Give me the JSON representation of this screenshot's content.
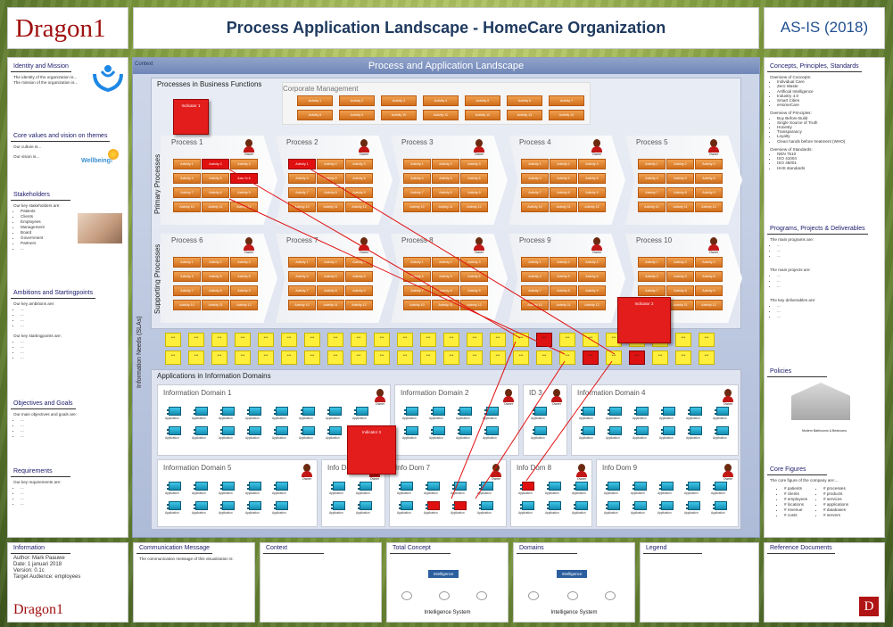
{
  "header": {
    "logo": "Dragon1",
    "title": "Process Application Landscape - HomeCare Organization",
    "status": "AS-IS (2018)"
  },
  "left": {
    "identity": {
      "title": "Identity and Mission",
      "lines": [
        "The identity of the organization is...",
        "The mission of the organization is..."
      ]
    },
    "values": {
      "title": "Core values and vision on themes",
      "culture": "Our culture is...",
      "vision": "Our vision is...",
      "badge": "Wellbeing!"
    },
    "stakeholders": {
      "title": "Stakeholders",
      "intro": "Our key stakeholders are:",
      "items": [
        "Patients",
        "Clients",
        "Employees",
        "Management",
        "Board",
        "Government",
        "Partners",
        "..."
      ]
    },
    "ambitions": {
      "title": "Ambitions and Startingpoints",
      "intro1": "Our key ambitions are:",
      "intro2": "Our key startingpoints are:"
    },
    "objectives": {
      "title": "Objectives and Goals",
      "intro": "Our main objectives and goals are:"
    },
    "requirements": {
      "title": "Requirements",
      "intro": "Our key requirements are:"
    },
    "dots": "..."
  },
  "right": {
    "concepts": {
      "title": "Concepts, Principles, Standards",
      "c_intro": "Overview of Concepts:",
      "concepts": [
        "Individual Care",
        "Zero Waste",
        "Artificial Intelligence",
        "Industry 4.0",
        "Smart Cities",
        "eHomeCare"
      ],
      "p_intro": "Overview of Principles:",
      "principles": [
        "Buy Before Build",
        "Single Source of Truth",
        "Honesty",
        "Transparancy",
        "Loyalty",
        "Clean hands before treatment (WHO)"
      ],
      "s_intro": "Overview of Standards:",
      "standards": [
        "NEN 7510",
        "ISO 41004",
        "ISO 45001",
        "HHS standards"
      ]
    },
    "programs": {
      "title": "Programs, Projects & Deliverables",
      "p1": "The main programs are:",
      "p2": "The main projects are:",
      "p3": "The key deliverables are:"
    },
    "policies": {
      "title": "Policies",
      "caption": "Modern Bathrooms & Bedrooms"
    },
    "figures": {
      "title": "Core Figures",
      "intro": "The core figure of the company are:...",
      "col1": [
        "# patients",
        "# clients",
        "# employees",
        "# locations",
        "# revenue",
        "# costs"
      ],
      "col2": [
        "# processes",
        "# products",
        "# services",
        "# applications",
        "# databases",
        "# servers"
      ]
    }
  },
  "main": {
    "context_lbl": "Context",
    "title": "Process and Application Landscape",
    "processes_title": "Processes in Business Functions",
    "corp_title": "Corporate Management",
    "primary": "Primary Processes",
    "supporting": "Supporting Processes",
    "info_needs": "Information Needs (SLAs)",
    "apps_title": "Applications in Information Domains",
    "owner": "Owner",
    "note": "***",
    "app_lbl": "Application",
    "ind1": "Indicator 1",
    "ind2": "Indicator 2",
    "ind3": "Indicator 3",
    "corp_acts": [
      "Activity 1",
      "Activity 2",
      "Activity 3",
      "Activity 4",
      "Activity 5",
      "Activity 6",
      "Activity 7",
      "Activity 8",
      "Activity 9",
      "Activity 10",
      "Activity 11",
      "Activity 12",
      "Activity 13",
      "Activity 14"
    ],
    "proc_acts": [
      "Activity 1",
      "Activity 2",
      "Activity 3",
      "Activity 4",
      "Activity 5",
      "Activity 6",
      "Activity 7",
      "Activity 8",
      "Activity 9",
      "Activity 10",
      "Activity 11",
      "Activity 12"
    ],
    "processes": [
      "Process 1",
      "Process 2",
      "Process 3",
      "Process 4",
      "Process 5",
      "Process 6",
      "Process 7",
      "Process 8",
      "Process 9",
      "Process 10"
    ],
    "domains": [
      "Information Domain 1",
      "Information Domain 2",
      "ID 3",
      "Information Domain 4",
      "Information Domain 5",
      "Info Dom 6",
      "Info Dom 7",
      "Info Dom 8",
      "Info Dom 9"
    ]
  },
  "bottom": {
    "info": {
      "title": "Information",
      "author": "Author: Mark Paauwe",
      "date": "Date: 1 januari 2018",
      "version": "Version: 0.1c",
      "audience": "Target Audience: employees",
      "logo": "Dragon1"
    },
    "comm": {
      "title": "Communication Message",
      "text": "The communication message of this visualization is:"
    },
    "context": {
      "title": "Context"
    },
    "total": {
      "title": "Total Concept",
      "node": "Intelligence",
      "caption": "Intelligence System"
    },
    "domains": {
      "title": "Domains",
      "node": "Intelligence",
      "caption": "Intelligence System"
    },
    "legend": {
      "title": "Legend"
    },
    "refs": {
      "title": "Reference Documents",
      "badge": "D"
    }
  },
  "colors": {
    "activity": "#e0842c",
    "red": "#e01010",
    "note": "#ffef3a",
    "app": "#29acd4",
    "title": "#1f3a5f"
  }
}
